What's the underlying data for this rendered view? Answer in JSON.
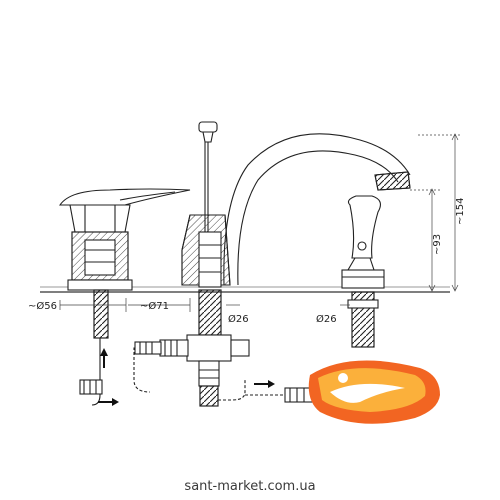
{
  "drawing": {
    "dimensions": {
      "left_diameter": "~Ø56",
      "mid_diameter": "~Ø71",
      "center_diameter": "Ø26",
      "right_diameter": "Ø26",
      "height_spout": "~93",
      "height_total": "~154"
    },
    "flow_arrows": [
      "→",
      "↑",
      "→",
      "→"
    ]
  },
  "logo": {
    "name": "brand-swoosh-logo",
    "colors": [
      "#f26522",
      "#fbb03b",
      "#ffffff"
    ]
  },
  "watermark": {
    "text": "sant-market.com.ua"
  }
}
